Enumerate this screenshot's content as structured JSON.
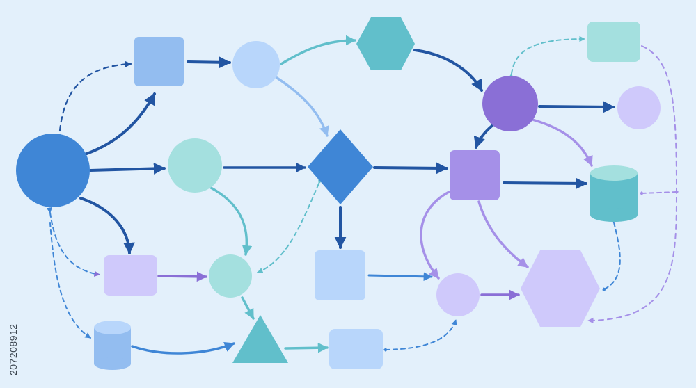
{
  "diagram": {
    "background": "#e3f0fb",
    "watermark_text": "207208912",
    "colors": {
      "blue_dark": "#2255a2",
      "blue_mid": "#3f86d6",
      "blue_light": "#93bdf0",
      "blue_pale": "#b8d6fb",
      "teal": "#61bfcb",
      "teal_pale": "#a4e0df",
      "purple_dark": "#8a6fd6",
      "purple_mid": "#a590e8",
      "lavender": "#cfc9fb"
    },
    "nodes": [
      {
        "id": "circle-big-blue",
        "shape": "circle",
        "color": "blue_mid"
      },
      {
        "id": "square-blue",
        "shape": "rounded-square",
        "color": "blue_light"
      },
      {
        "id": "circle-pale-blue",
        "shape": "circle",
        "color": "blue_pale"
      },
      {
        "id": "hexagon-teal",
        "shape": "hexagon",
        "color": "teal"
      },
      {
        "id": "circle-purple",
        "shape": "circle",
        "color": "purple_dark"
      },
      {
        "id": "square-teal-top-right",
        "shape": "rounded-square",
        "color": "teal_pale"
      },
      {
        "id": "circle-lavender-right",
        "shape": "circle",
        "color": "lavender"
      },
      {
        "id": "circle-teal-mid",
        "shape": "circle",
        "color": "teal_pale"
      },
      {
        "id": "diamond-blue",
        "shape": "diamond",
        "color": "blue_mid"
      },
      {
        "id": "square-purple",
        "shape": "rounded-square",
        "color": "purple_mid"
      },
      {
        "id": "cylinder-teal",
        "shape": "cylinder",
        "color": "teal"
      },
      {
        "id": "rect-lavender-left",
        "shape": "rounded-rect",
        "color": "lavender"
      },
      {
        "id": "circle-teal-small",
        "shape": "circle",
        "color": "teal_pale"
      },
      {
        "id": "square-pale-center",
        "shape": "rounded-square",
        "color": "blue_pale"
      },
      {
        "id": "circle-lavender-bottom",
        "shape": "circle",
        "color": "lavender"
      },
      {
        "id": "hexagon-lavender",
        "shape": "hexagon",
        "color": "lavender"
      },
      {
        "id": "cylinder-blue",
        "shape": "cylinder",
        "color": "blue_light"
      },
      {
        "id": "triangle-teal",
        "shape": "triangle",
        "color": "teal"
      },
      {
        "id": "rect-pale-bottom",
        "shape": "rounded-rect",
        "color": "blue_pale"
      }
    ],
    "connectors": [
      {
        "from": "circle-big-blue",
        "to": "square-blue",
        "color": "blue_dark",
        "style": "dashed"
      },
      {
        "from": "circle-big-blue",
        "to": "square-blue",
        "color": "blue_dark",
        "style": "solid"
      },
      {
        "from": "circle-big-blue",
        "to": "circle-teal-mid",
        "color": "blue_dark",
        "style": "solid"
      },
      {
        "from": "circle-big-blue",
        "to": "rect-lavender-left",
        "color": "blue_dark",
        "style": "solid"
      },
      {
        "from": "circle-big-blue",
        "to": "rect-lavender-left",
        "color": "blue_mid",
        "style": "dashed"
      },
      {
        "from": "circle-big-blue",
        "to": "cylinder-blue",
        "color": "blue_mid",
        "style": "dashed"
      },
      {
        "from": "square-blue",
        "to": "circle-pale-blue",
        "color": "blue_dark",
        "style": "solid"
      },
      {
        "from": "circle-pale-blue",
        "to": "hexagon-teal",
        "color": "teal",
        "style": "solid"
      },
      {
        "from": "circle-pale-blue",
        "to": "diamond-blue",
        "color": "blue_light",
        "style": "solid"
      },
      {
        "from": "hexagon-teal",
        "to": "circle-purple",
        "color": "blue_dark",
        "style": "solid"
      },
      {
        "from": "circle-purple",
        "to": "square-teal-top-right",
        "color": "teal",
        "style": "dashed"
      },
      {
        "from": "circle-purple",
        "to": "circle-lavender-right",
        "color": "blue_dark",
        "style": "solid"
      },
      {
        "from": "circle-purple",
        "to": "square-purple",
        "color": "blue_dark",
        "style": "solid"
      },
      {
        "from": "circle-purple",
        "to": "cylinder-teal",
        "color": "purple_mid",
        "style": "solid"
      },
      {
        "from": "circle-teal-mid",
        "to": "diamond-blue",
        "color": "blue_dark",
        "style": "solid"
      },
      {
        "from": "circle-teal-mid",
        "to": "circle-teal-small",
        "color": "teal",
        "style": "solid"
      },
      {
        "from": "diamond-blue",
        "to": "square-purple",
        "color": "blue_dark",
        "style": "solid"
      },
      {
        "from": "diamond-blue",
        "to": "square-pale-center",
        "color": "blue_dark",
        "style": "solid"
      },
      {
        "from": "diamond-blue",
        "to": "circle-teal-small",
        "color": "teal",
        "style": "dashed"
      },
      {
        "from": "square-purple",
        "to": "cylinder-teal",
        "color": "blue_dark",
        "style": "solid"
      },
      {
        "from": "square-purple",
        "to": "circle-lavender-bottom",
        "color": "purple_mid",
        "style": "solid"
      },
      {
        "from": "square-purple",
        "to": "hexagon-lavender",
        "color": "purple_mid",
        "style": "solid"
      },
      {
        "from": "rect-lavender-left",
        "to": "circle-teal-small",
        "color": "purple_dark",
        "style": "solid"
      },
      {
        "from": "circle-teal-small",
        "to": "triangle-teal",
        "color": "teal",
        "style": "solid"
      },
      {
        "from": "square-pale-center",
        "to": "circle-lavender-bottom",
        "color": "blue_mid",
        "style": "solid"
      },
      {
        "from": "circle-lavender-bottom",
        "to": "hexagon-lavender",
        "color": "purple_dark",
        "style": "solid"
      },
      {
        "from": "cylinder-blue",
        "to": "triangle-teal",
        "color": "blue_mid",
        "style": "solid"
      },
      {
        "from": "triangle-teal",
        "to": "rect-pale-bottom",
        "color": "teal",
        "style": "solid"
      },
      {
        "from": "rect-pale-bottom",
        "to": "circle-lavender-bottom",
        "color": "blue_mid",
        "style": "dashed"
      },
      {
        "from": "cylinder-teal",
        "to": "hexagon-lavender",
        "color": "blue_mid",
        "style": "dashed"
      },
      {
        "from": "square-teal-top-right",
        "to": "hexagon-lavender",
        "color": "purple_mid",
        "style": "dashed"
      },
      {
        "from": "cylinder-teal",
        "to": "square-teal-top-right",
        "color": "purple_mid",
        "style": "dashed"
      }
    ]
  }
}
